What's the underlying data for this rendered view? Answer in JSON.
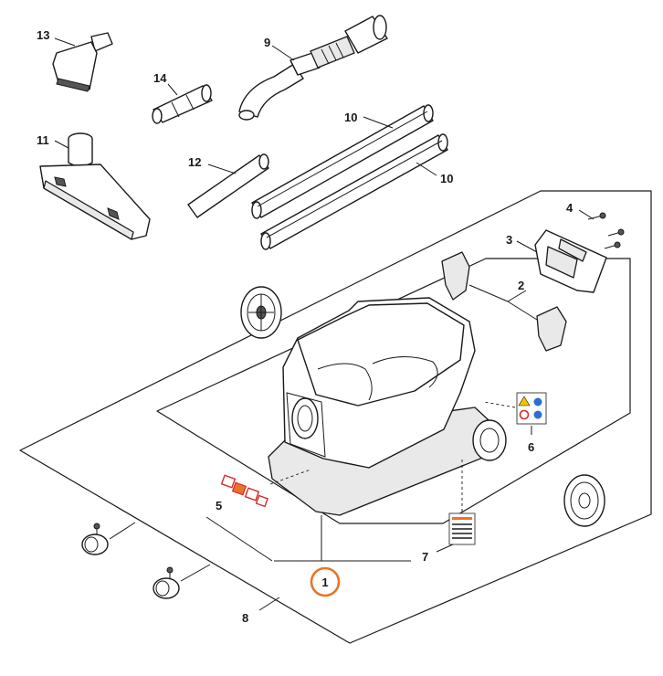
{
  "labels": {
    "p1": "1",
    "p2": "2",
    "p3": "3",
    "p4": "4",
    "p5": "5",
    "p6": "6",
    "p7": "7",
    "p8": "8",
    "p9": "9",
    "p10a": "10",
    "p10b": "10",
    "p11": "11",
    "p12": "12",
    "p13": "13",
    "p14": "14"
  },
  "colors": {
    "highlight": "#e8742a",
    "line": "#1a1a1a",
    "warning_red": "#d62a2a",
    "warning_yellow": "#f2c400",
    "info_blue": "#2a6fd6"
  }
}
